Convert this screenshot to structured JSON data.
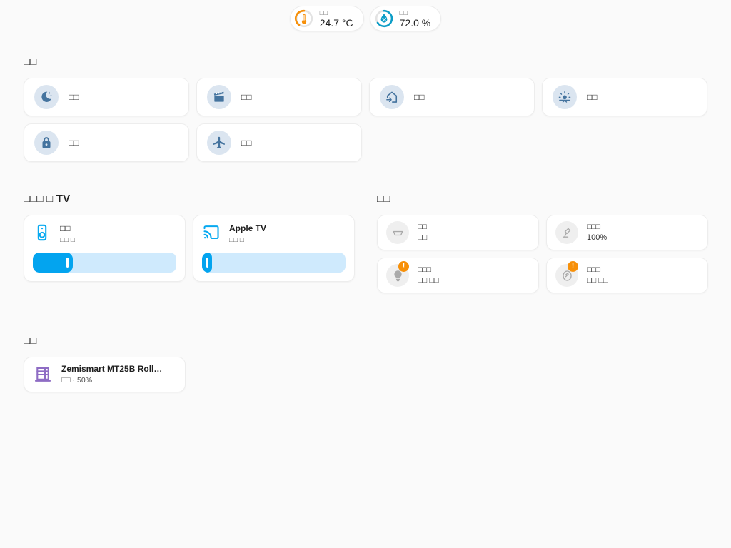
{
  "badges": [
    {
      "icon": "thermometer-icon",
      "label": "□□",
      "value": "24.7 °C",
      "color": "#f79009",
      "arc_pct": 62
    },
    {
      "icon": "water-percent-icon",
      "label": "□□",
      "value": "72.0 %",
      "color": "#0b9dc7",
      "arc_pct": 72
    }
  ],
  "scenes": {
    "title": "□□",
    "items": [
      {
        "icon": "weather-night-icon",
        "label": "□□"
      },
      {
        "icon": "movie-clapper-icon",
        "label": "□□"
      },
      {
        "icon": "home-import-icon",
        "label": "□□"
      },
      {
        "icon": "weather-sunset-icon",
        "label": "□□"
      },
      {
        "icon": "lock-icon",
        "label": "□□"
      },
      {
        "icon": "airplane-icon",
        "label": "□□"
      }
    ]
  },
  "media": {
    "title": "□□□ □ TV",
    "items": [
      {
        "icon": "speaker-icon",
        "name": "□□",
        "state": "□□ □",
        "volume_pct": 28
      },
      {
        "icon": "cast-icon",
        "name": "Apple TV",
        "state": "□□ □",
        "volume_pct": 3
      }
    ]
  },
  "lights": {
    "title": "□□",
    "items": [
      {
        "icon": "ceiling-light-icon",
        "name": "□□",
        "state": "□□",
        "warning": false
      },
      {
        "icon": "desk-lamp-icon",
        "name": "□□□",
        "state": "100%",
        "warning": false
      },
      {
        "icon": "lightbulb-icon",
        "name": "□□□",
        "state": "□□ □□",
        "warning": true,
        "warning_mark": "!"
      },
      {
        "icon": "light-strip-icon",
        "name": "□□□",
        "state": "□□ □□",
        "warning": true,
        "warning_mark": "!"
      }
    ]
  },
  "covers": {
    "title": "□□",
    "items": [
      {
        "icon": "roller-blind-icon",
        "name": "Zemismart MT25B Roll…",
        "state": "□□ · 50%"
      }
    ]
  },
  "colors": {
    "page_bg": "#fafafa",
    "card_bg": "#ffffff",
    "scene_accent": "#44739e",
    "scene_chip_bg": "#dbe5f0",
    "media_accent": "#03a4ef",
    "media_track": "#cfeafd",
    "light_muted": "#a9a9a9",
    "warning": "#f79009",
    "cover_accent": "#8e6cc4"
  }
}
